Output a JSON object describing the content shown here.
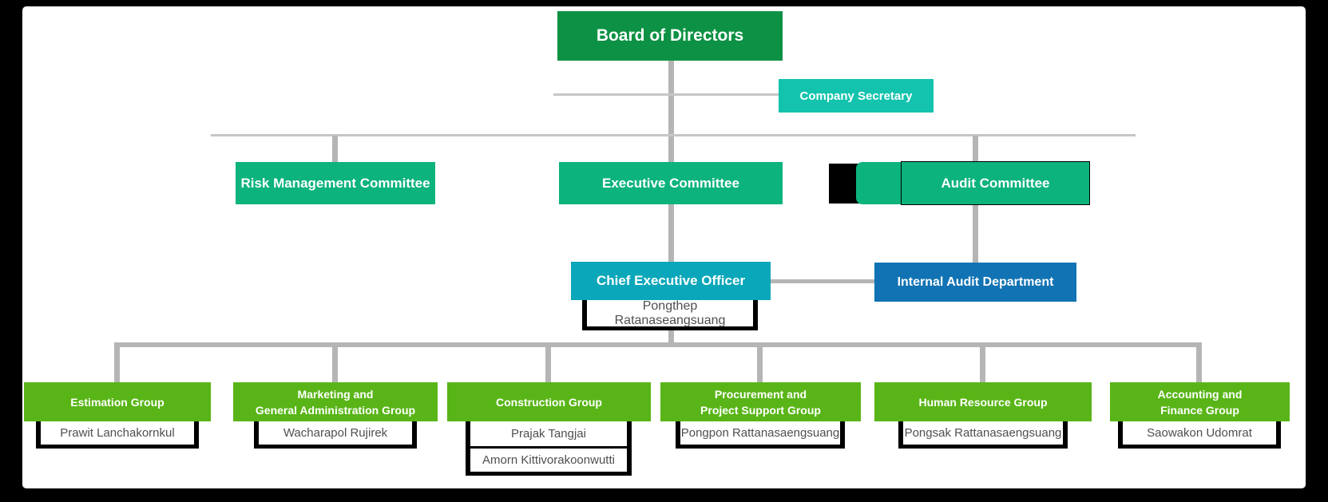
{
  "board": {
    "label": "Board of Directors"
  },
  "company_secretary": {
    "label": "Company Secretary"
  },
  "committees": {
    "risk": {
      "label": "Risk Management Committee"
    },
    "executive": {
      "label": "Executive Committee"
    },
    "audit": {
      "label": "Audit Committee"
    }
  },
  "ceo": {
    "label": "Chief Executive Officer",
    "name": "Pongthep Ratanaseangsuang"
  },
  "internal_audit": {
    "label": "Internal Audit Department"
  },
  "groups": [
    {
      "line1": "Estimation Group",
      "names": [
        "Prawit Lanchakornkul"
      ]
    },
    {
      "line1": "Marketing and",
      "line2": "General Administration Group",
      "names": [
        "Wacharapol Rujirek"
      ]
    },
    {
      "line1": "Construction Group",
      "names": [
        "Prajak Tangjai",
        "Amorn Kittivorakoonwutti"
      ]
    },
    {
      "line1": "Procurement and",
      "line2": "Project Support Group",
      "names": [
        "Pongpon Rattanasaengsuang"
      ]
    },
    {
      "line1": "Human Resource Group",
      "names": [
        "Pongsak Rattanasaengsuang"
      ]
    },
    {
      "line1": "Accounting and",
      "line2": "Finance Group",
      "names": [
        "Saowakon Udomrat"
      ]
    }
  ],
  "colors": {
    "background": "#000000",
    "canvas": "#ffffff",
    "board_green": "#0d9144",
    "committee_teal": "#0cb37d",
    "secretary_teal": "#13c3ad",
    "ceo_cyan": "#0aa7ba",
    "internal_audit_blue": "#1173b3",
    "group_green": "#59b517",
    "connector_gray": "#b5b5b5",
    "name_text": "#4f4f4f"
  }
}
